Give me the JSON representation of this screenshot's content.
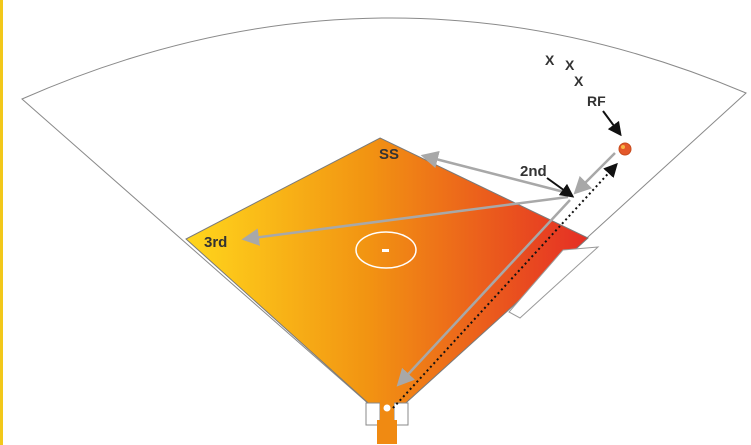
{
  "labels": {
    "ss": "SS",
    "second": "2nd",
    "third": "3rd",
    "rf": "RF",
    "x_mark": "X"
  },
  "colors": {
    "left_border": "#f2c81a",
    "infield_start": "#ffd21a",
    "infield_mid": "#f08a12",
    "infield_end": "#e63024",
    "home_plate_area": "#f08a12",
    "gray_arrow": "#a8a8a8",
    "outline": "#8a8a8a",
    "text": "#333333",
    "black_arrow": "#111111"
  }
}
